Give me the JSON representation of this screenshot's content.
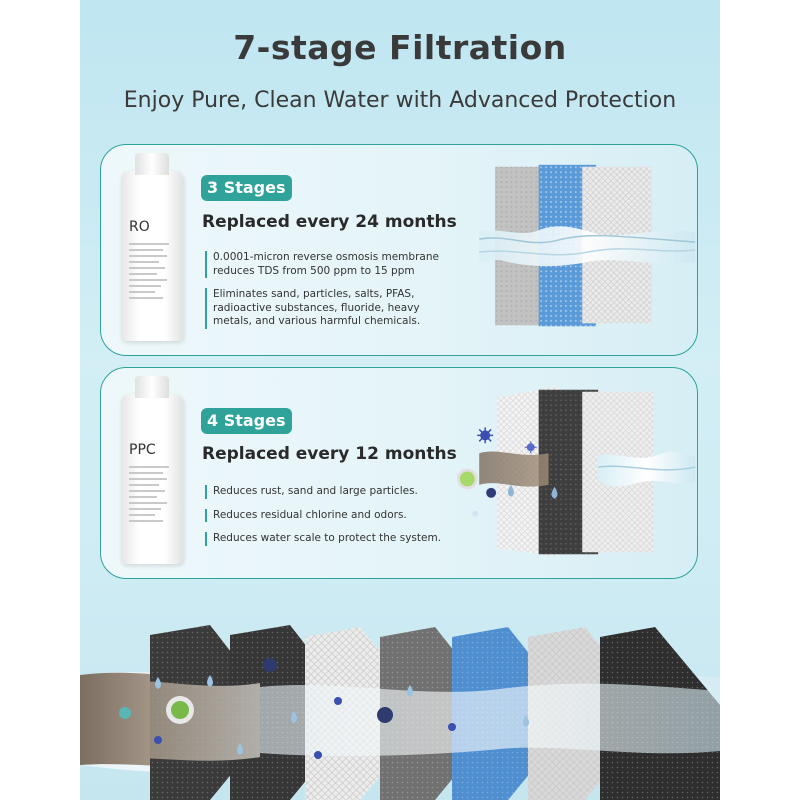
{
  "header": {
    "title": "7-stage Filtration",
    "subtitle": "Enjoy Pure, Clean Water with Advanced Protection"
  },
  "cards": [
    {
      "bottle_label": "RO",
      "badge": "3 Stages",
      "replace": "Replaced every 24 months",
      "bullets": [
        "0.0001-micron reverse osmosis membrane reduces TDS from 500 ppm to 15 ppm",
        "Eliminates sand, particles, salts, PFAS, radioactive substances, fluoride, heavy metals, and various harmful chemicals."
      ]
    },
    {
      "bottle_label": "PPC",
      "badge": "4 Stages",
      "replace": "Replaced every 12 months",
      "bullets": [
        "Reduces rust, sand and large particles.",
        "Reduces residual chlorine and odors.",
        "Reduces water scale to protect the system."
      ]
    }
  ],
  "colors": {
    "accent": "#2fa39a",
    "text": "#333333",
    "background": "#cfecf4"
  },
  "icons": [
    "bacteria-icon",
    "water-drop-icon",
    "virus-icon",
    "particle-icon"
  ]
}
